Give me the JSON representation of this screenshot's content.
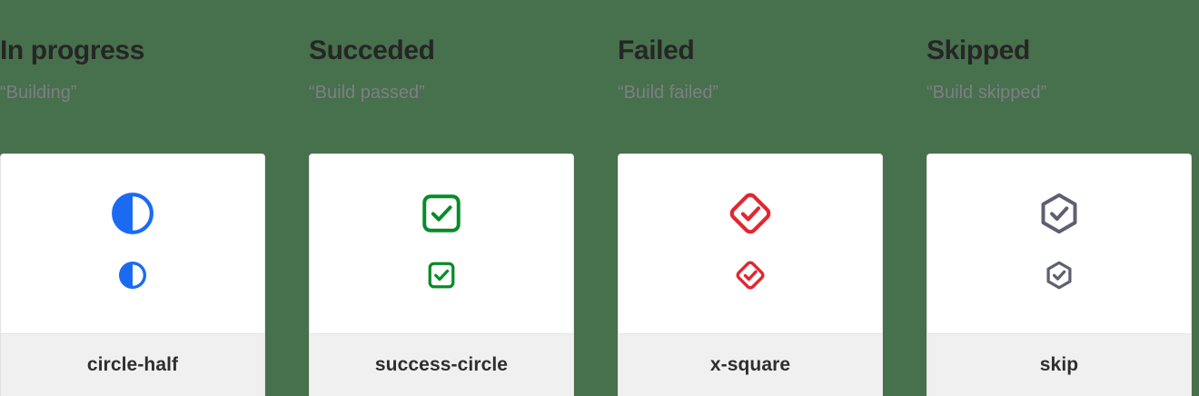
{
  "background_color": "#47704d",
  "columns": [
    {
      "title": "In progress",
      "subtitle": "“Building”",
      "icon_name": "circle-half",
      "label": "circle-half",
      "color": "#1a6bf2",
      "icon_type": "circle-half",
      "sizes": {
        "large": 50,
        "small": 34
      }
    },
    {
      "title": "Succeded",
      "subtitle": "“Build passed”",
      "icon_name": "success-circle",
      "label": "success-circle",
      "color": "#0a8a2a",
      "icon_type": "check-square",
      "sizes": {
        "large": 50,
        "small": 34
      }
    },
    {
      "title": "Failed",
      "subtitle": "“Build failed”",
      "icon_name": "x-square",
      "label": "x-square",
      "color": "#e32630",
      "icon_type": "check-diamond",
      "sizes": {
        "large": 50,
        "small": 34
      }
    },
    {
      "title": "Skipped",
      "subtitle": "“Build skipped”",
      "icon_name": "skip",
      "label": "skip",
      "color": "#5c6070",
      "icon_type": "check-hexagon",
      "sizes": {
        "large": 50,
        "small": 34
      }
    }
  ]
}
